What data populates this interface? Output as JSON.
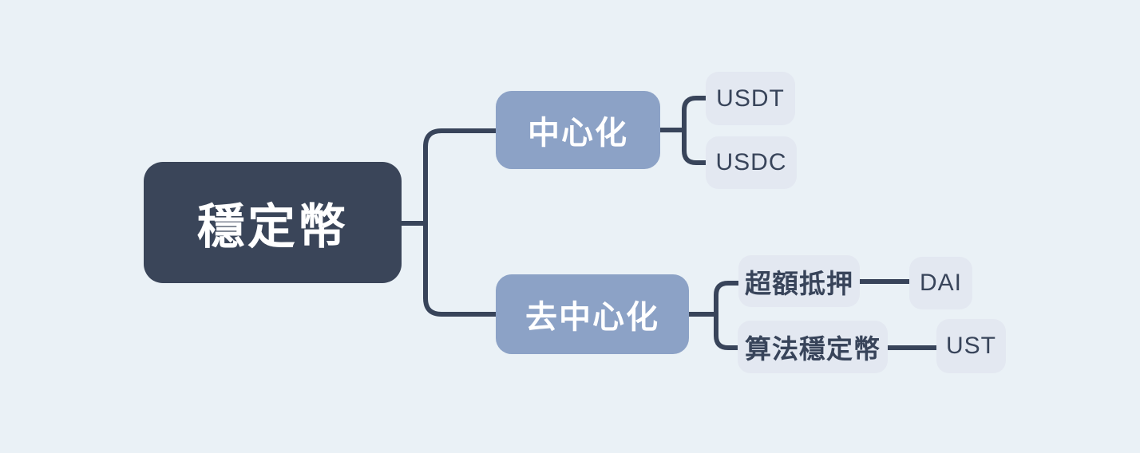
{
  "canvas": {
    "background": "#EAF1F6"
  },
  "palette": {
    "root_fill": "#3A4559",
    "branch_fill": "#8CA2C6",
    "leaf_fill": "#E3E8F1",
    "connector": "#38445A",
    "text_light": "#FFFFFF",
    "text_dark": "#38445A"
  },
  "mindmap": {
    "root": {
      "label": "穩定幣"
    },
    "branches": [
      {
        "label": "中心化",
        "children": [
          {
            "label": "USDT"
          },
          {
            "label": "USDC"
          }
        ]
      },
      {
        "label": "去中心化",
        "children": [
          {
            "label": "超額抵押",
            "children": [
              {
                "label": "DAI"
              }
            ]
          },
          {
            "label": "算法穩定幣",
            "children": [
              {
                "label": "UST"
              }
            ]
          }
        ]
      }
    ]
  }
}
